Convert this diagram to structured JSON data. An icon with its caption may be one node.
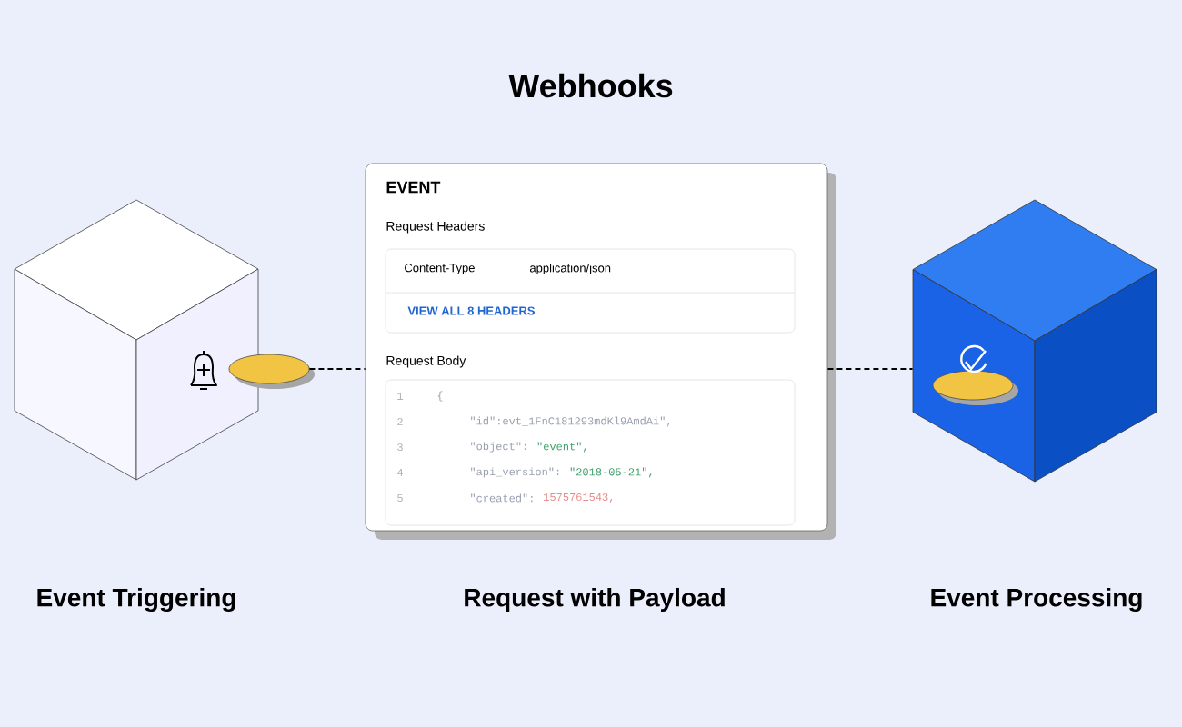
{
  "diagram": {
    "title": "Webhooks",
    "nodes": [
      {
        "text": [],
        "shape": "cube"
      },
      {
        "text": [],
        "shape": "ellipse"
      },
      {
        "text": [
          "EVENT",
          "Request Headers",
          "Request Body"
        ]
      },
      {
        "text": [
          "Content-Type",
          "application/json",
          "VIEW ALL 8 HEADERS"
        ],
        "in": 2
      },
      {
        "text": [
          "1",
          "{",
          "2",
          "\"id\":evt_1FnC181293mdKl9AmdAi\",",
          "3",
          "\"object\":",
          "\"event\",",
          "4",
          "\"api_version\":",
          "\"2018-05-21\",",
          "5",
          "\"created\":",
          "1575761543,"
        ],
        "in": 2
      },
      {
        "text": [],
        "shape": "cube"
      },
      {
        "text": [],
        "shape": "ellipse"
      }
    ],
    "edges": [
      {
        "from": 1,
        "to": 2,
        "arrow": "none",
        "style": "dashed"
      },
      {
        "from": 2,
        "to": 5,
        "arrow": "none",
        "style": "dashed"
      }
    ],
    "labels": [
      "Event Triggering",
      "Request with Payload",
      "Event Processing"
    ]
  }
}
